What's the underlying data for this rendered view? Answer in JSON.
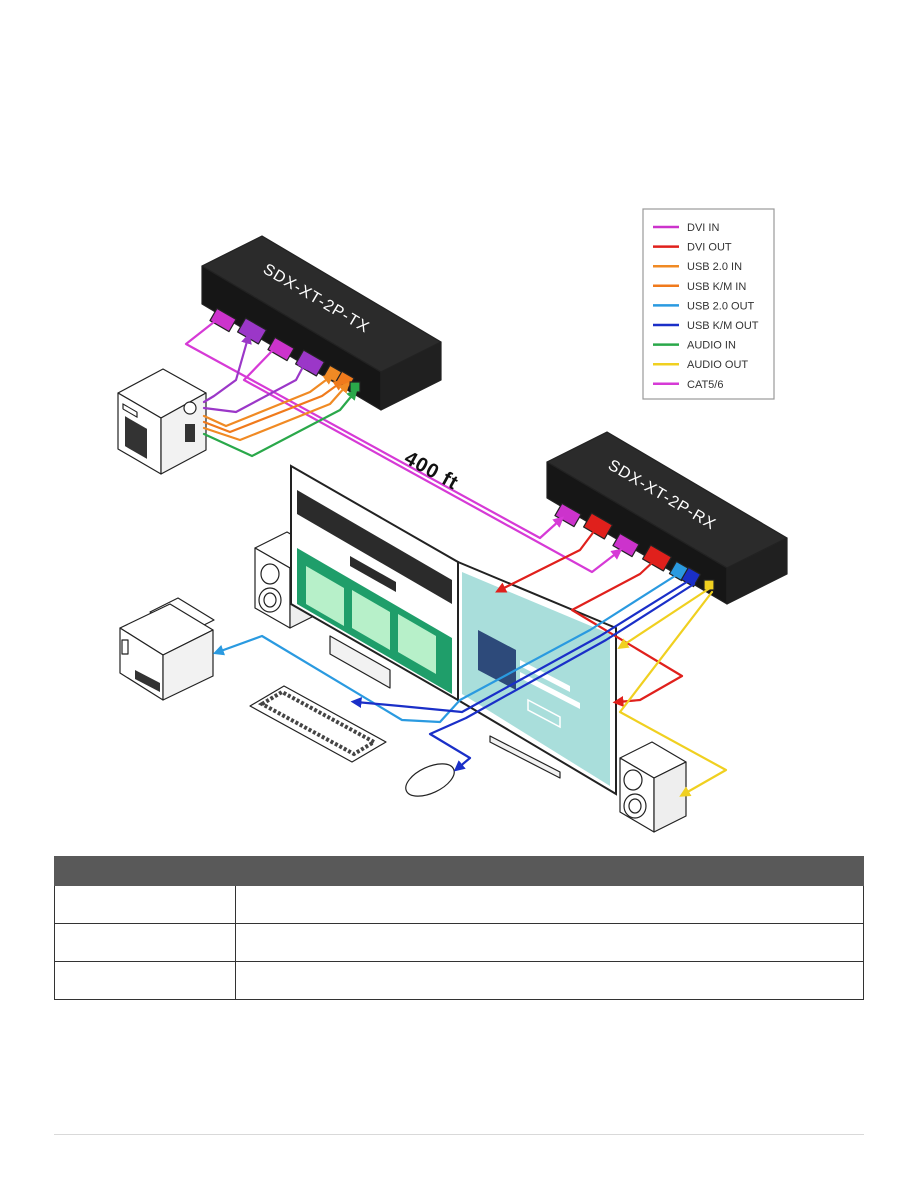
{
  "diagram": {
    "tx_label": "SDX-XT-2P-TX",
    "rx_label": "SDX-XT-2P-RX",
    "distance_label": "400 ft"
  },
  "legend": [
    {
      "label": "DVI IN",
      "color": "#cc33cc"
    },
    {
      "label": "DVI OUT",
      "color": "#e0201c"
    },
    {
      "label": "USB 2.0 IN",
      "color": "#f08a24"
    },
    {
      "label": "USB K/M IN",
      "color": "#f07a1c"
    },
    {
      "label": "USB 2.0 OUT",
      "color": "#2a9ae0"
    },
    {
      "label": "USB K/M OUT",
      "color": "#1a2fc8"
    },
    {
      "label": "AUDIO IN",
      "color": "#2aa84a"
    },
    {
      "label": "AUDIO OUT",
      "color": "#f0d020"
    },
    {
      "label": "CAT5/6",
      "color": "#d63ad6"
    }
  ],
  "table": {
    "rows": [
      {
        "c1": "",
        "c2": ""
      },
      {
        "c1": "",
        "c2": ""
      },
      {
        "c1": "",
        "c2": ""
      }
    ]
  }
}
